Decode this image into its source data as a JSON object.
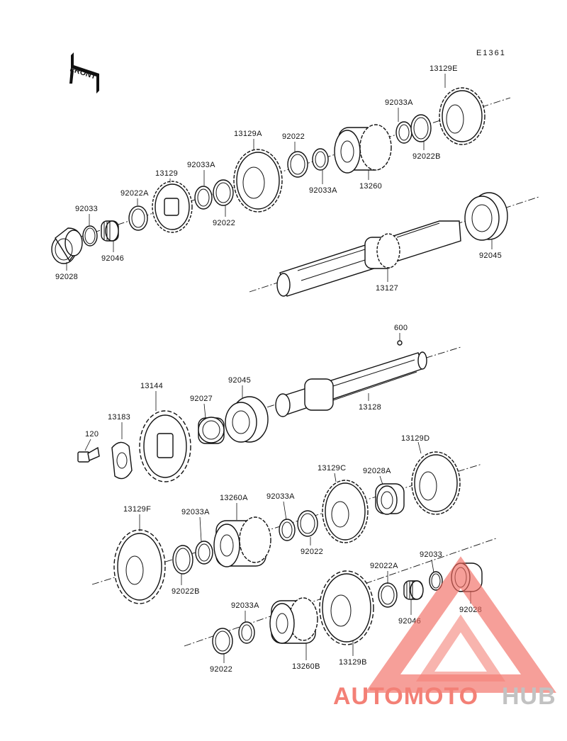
{
  "diagram_code": "E1361",
  "front_label": "FRONT",
  "watermark": {
    "text_part1": "AUTOMOTO",
    "text_part2": "HUB",
    "color_primary": "#f26a5f",
    "color_secondary": "#b8b8b8"
  },
  "colors": {
    "ink": "#111111",
    "paper": "#ffffff"
  },
  "labels": {
    "p92028_top": "92028",
    "p92033_top": "92033",
    "p92046_top": "92046",
    "p92022A_top": "92022A",
    "p13129": "13129",
    "p92033A_1": "92033A",
    "p92022_1": "92022",
    "p13129A": "13129A",
    "p92022_2": "92022",
    "p92033A_2": "92033A",
    "p13260": "13260",
    "p92033A_3": "92033A",
    "p92022B_top": "92022B",
    "p13129E": "13129E",
    "p92045_top": "92045",
    "p13127": "13127",
    "p600": "600",
    "p13128": "13128",
    "p92045_mid": "92045",
    "p92027": "92027",
    "p13144": "13144",
    "p13183": "13183",
    "p120": "120",
    "p13129D": "13129D",
    "p92028A": "92028A",
    "p13129C": "13129C",
    "p92033A_4": "92033A",
    "p92022_3": "92022",
    "p13260A": "13260A",
    "p92033A_5": "92033A",
    "p13129F": "13129F",
    "p92022B_low": "92022B",
    "p92022A_low": "92022A",
    "p92033_low": "92033",
    "p92028_low": "92028",
    "p92046_low": "92046",
    "p13129B": "13129B",
    "p13260B": "13260B",
    "p92033A_6": "92033A",
    "p92022_4": "92022"
  }
}
